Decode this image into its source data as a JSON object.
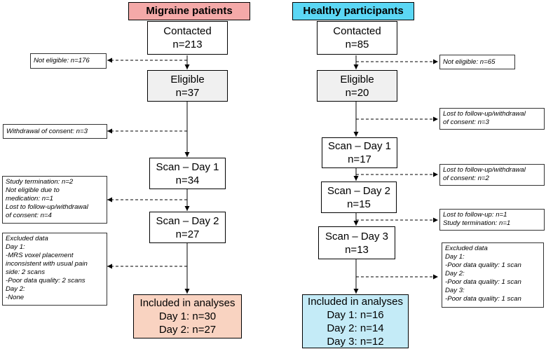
{
  "colors": {
    "migraine_header": "#f4a9a8",
    "healthy_header": "#5bd7f5",
    "gray_box": "#f0f0f0",
    "migraine_final": "#f9d3c1",
    "healthy_final": "#c4ebf7"
  },
  "migraine": {
    "header": "Migraine patients",
    "contacted": {
      "label": "Contacted",
      "n": "n=213"
    },
    "not_eligible": "Not eligible: n=176",
    "eligible": {
      "label": "Eligible",
      "n": "n=37"
    },
    "withdrawal": "Withdrawal of consent: n=3",
    "day1": {
      "label": "Scan – Day 1",
      "n": "n=34"
    },
    "exclusions_day1": [
      "Study termination: n=2",
      "Not eligible due to",
      "medication: n=1",
      "Lost to follow-up/withdrawal",
      "of consent: n=4"
    ],
    "day2": {
      "label": "Scan – Day 2",
      "n": "n=27"
    },
    "excluded": [
      "Excluded data",
      "Day 1:",
      "-MRS voxel placement",
      "inconsistent with usual pain",
      "side: 2 scans",
      "-Poor data quality: 2 scans",
      "Day 2:",
      "-None"
    ],
    "included": {
      "label": "Included in analyses",
      "lines": [
        "Day 1: n=30",
        "Day 2: n=27"
      ]
    }
  },
  "healthy": {
    "header": "Healthy participants",
    "contacted": {
      "label": "Contacted",
      "n": "n=85"
    },
    "not_eligible": "Not eligible: n=65",
    "eligible": {
      "label": "Eligible",
      "n": "n=20"
    },
    "lost1": [
      "Lost to follow-up/withdrawal",
      "of consent: n=3"
    ],
    "day1": {
      "label": "Scan – Day 1",
      "n": "n=17"
    },
    "lost2": [
      "Lost to follow-up/withdrawal",
      "of consent: n=2"
    ],
    "day2": {
      "label": "Scan – Day 2",
      "n": "n=15"
    },
    "lost3": [
      "Lost to follow-up: n=1",
      "Study termination: n=1"
    ],
    "day3": {
      "label": "Scan – Day 3",
      "n": "n=13"
    },
    "excluded": [
      "Excluded data",
      "Day 1:",
      "-Poor data quality: 1 scan",
      "Day 2:",
      "-Poor data quality: 1 scan",
      "Day 3:",
      "-Poor data quality: 1 scan"
    ],
    "included": {
      "label": "Included in analyses",
      "lines": [
        "Day 1: n=16",
        "Day 2: n=14",
        "Day 3: n=12"
      ]
    }
  }
}
